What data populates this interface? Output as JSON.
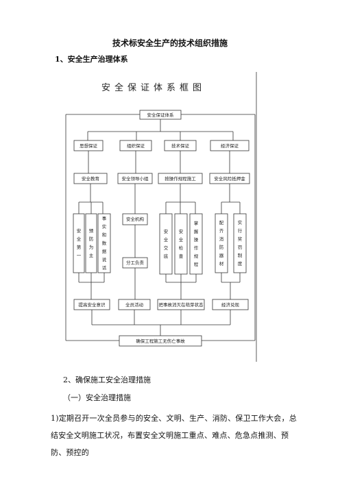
{
  "doc": {
    "title": "技术标安全生产的技术组织措施",
    "section1": "1、安全生产治理体系",
    "section2": "2、确保施工安全治理措施",
    "subsection1": "（一）安全治理措施",
    "paragraph1": "1)定期召开一次全员参与的安全、文明、生产、消防、保卫工作大会，总结安全文明施工状况，布置安全文明施工重点、难点、危急点推测、预防、预控的"
  },
  "diagram": {
    "title": "安全保证体系框图",
    "root": "安全保证体系",
    "level1": [
      "思想保证",
      "组织保证",
      "技术保证",
      "经济保证"
    ],
    "level2": [
      "安全教育",
      "安全领导小组",
      "按操作规程施工",
      "安全风险抵押金"
    ],
    "cols": [
      "安全第一",
      "预防为主",
      "事实和数据说话",
      "安全机构",
      "分工负责",
      "安全交底",
      "安全检查",
      "掌握操作规程",
      "配齐消防器材",
      "实行奖罚制度"
    ],
    "level4": [
      "提高安全意识",
      "全员活动",
      "把事故消灭在萌芽状态",
      "经济兑现"
    ],
    "bottom": "确保工程施工无伤亡事故"
  }
}
